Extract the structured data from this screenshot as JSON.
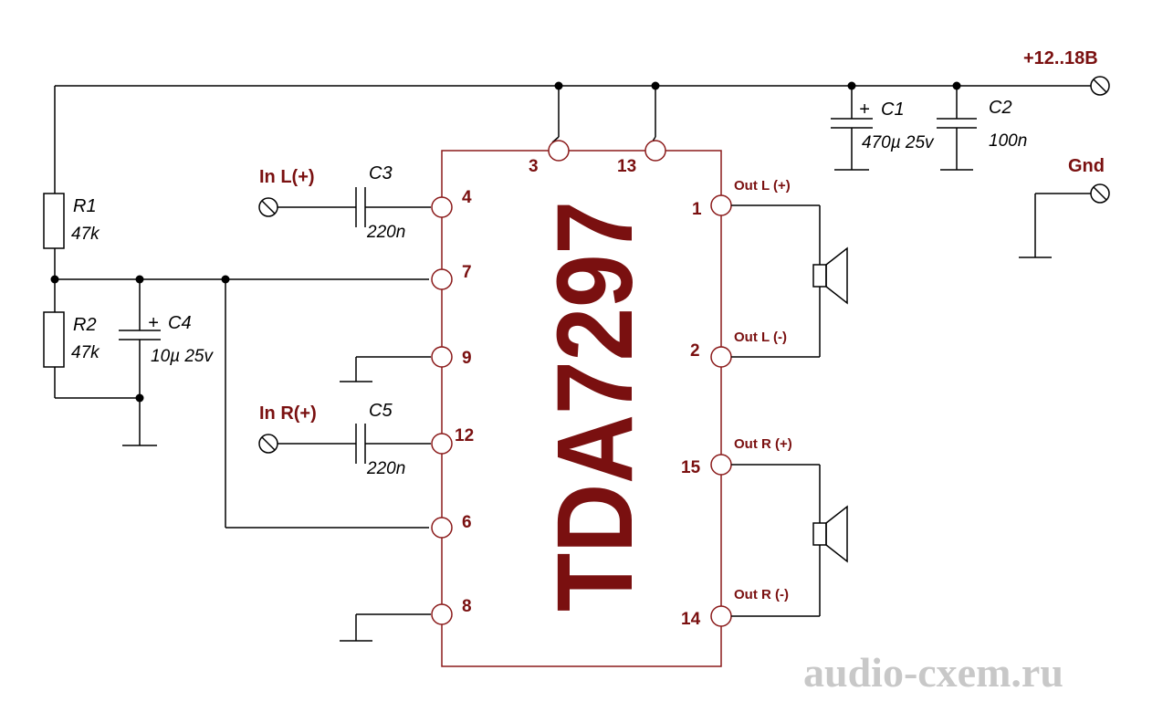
{
  "chip": {
    "name": "TDA7297"
  },
  "supply_label": "+12..18B",
  "gnd_label": "Gnd",
  "inputs": {
    "left": "In L(+)",
    "right": "In R(+)"
  },
  "outputs": {
    "l_plus": "Out L (+)",
    "l_minus": "Out L (-)",
    "r_plus": "Out R (+)",
    "r_minus": "Out R (-)"
  },
  "pins": {
    "p3": "3",
    "p13": "13",
    "p4": "4",
    "p7": "7",
    "p9": "9",
    "p12": "12",
    "p6": "6",
    "p8": "8",
    "p1": "1",
    "p2": "2",
    "p15": "15",
    "p14": "14"
  },
  "components": {
    "r1": {
      "ref": "R1",
      "value": "47k"
    },
    "r2": {
      "ref": "R2",
      "value": "47k"
    },
    "c1": {
      "ref": "C1",
      "value": "470µ 25v",
      "polarity": "+"
    },
    "c2": {
      "ref": "C2",
      "value": "100n"
    },
    "c3": {
      "ref": "C3",
      "value": "220n"
    },
    "c4": {
      "ref": "C4",
      "value": "10µ 25v",
      "polarity": "+"
    },
    "c5": {
      "ref": "C5",
      "value": "220n"
    }
  },
  "watermark": "audio-cxem.ru",
  "colors": {
    "accent": "#7a1010",
    "wire": "#000000",
    "chip_outline": "#8b1a1a",
    "watermark": "#c8c8c8"
  }
}
